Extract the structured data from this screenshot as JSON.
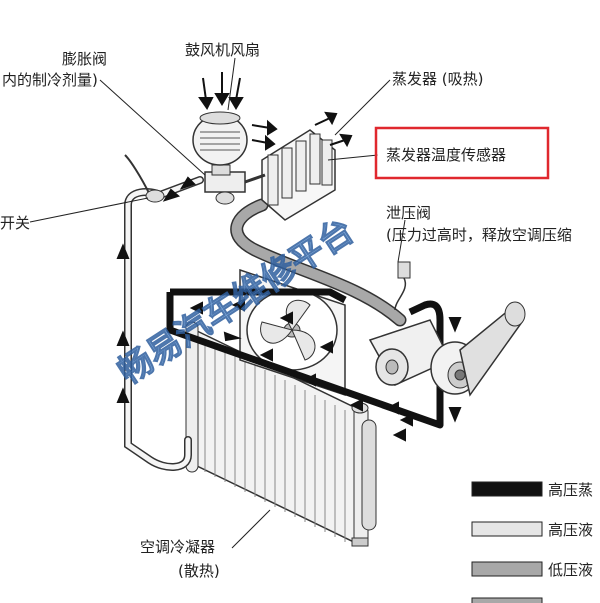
{
  "labels": {
    "expansion_valve": "膨胀阀",
    "expansion_valve_sub": "内的制冷剂量)",
    "blower_fan": "鼓风机风扇",
    "evaporator": "蒸发器 (吸热)",
    "evap_temp_sensor": "蒸发器温度传感器",
    "switch": "开关",
    "relief_valve": "泄压阀",
    "relief_valve_sub": "(压力过高时，释放空调压缩",
    "condenser": "空调冷凝器",
    "condenser_sub": "(散热)"
  },
  "legend": [
    {
      "label": "高压蒸",
      "fill": "#111111"
    },
    {
      "label": "高压液",
      "fill": "#e6e6e6"
    },
    {
      "label": "低压液",
      "fill": "#a8a8a8"
    }
  ],
  "watermark": "畅易汽车维修平台",
  "colors": {
    "highlight_box": "#e0282e",
    "watermark": "#5b8fd6"
  }
}
